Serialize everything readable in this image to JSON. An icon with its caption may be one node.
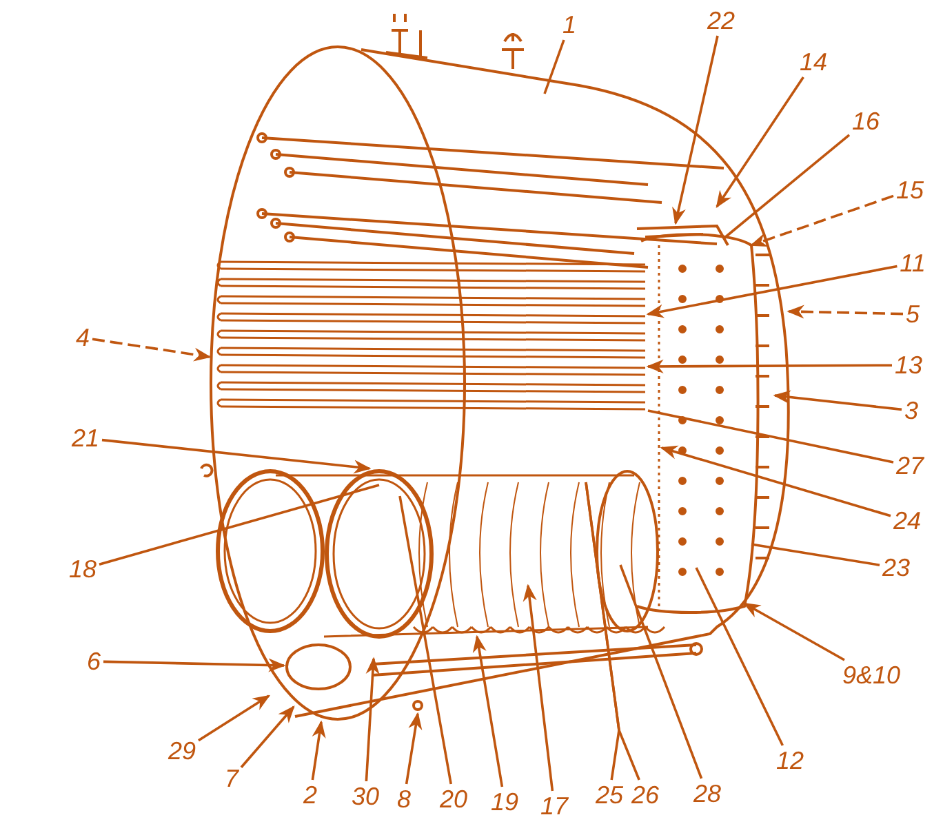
{
  "diagram": {
    "nodes": [
      {
        "text": [
          "1"
        ]
      },
      {
        "text": [
          "22"
        ]
      },
      {
        "text": [
          "14"
        ]
      },
      {
        "text": [
          "16"
        ]
      },
      {
        "text": [
          "15"
        ]
      },
      {
        "text": [
          "11"
        ]
      },
      {
        "text": [
          "5"
        ]
      },
      {
        "text": [
          "13"
        ]
      },
      {
        "text": [
          "3"
        ]
      },
      {
        "text": [
          "27"
        ]
      },
      {
        "text": [
          "24"
        ]
      },
      {
        "text": [
          "23"
        ]
      },
      {
        "text": [
          "9&10"
        ]
      },
      {
        "text": [
          "12"
        ]
      },
      {
        "text": [
          "28"
        ]
      },
      {
        "text": [
          "25"
        ]
      },
      {
        "text": [
          "26"
        ]
      },
      {
        "text": [
          "17"
        ]
      },
      {
        "text": [
          "19"
        ]
      },
      {
        "text": [
          "20"
        ]
      },
      {
        "text": [
          "8"
        ]
      },
      {
        "text": [
          "30"
        ]
      },
      {
        "text": [
          "2"
        ]
      },
      {
        "text": [
          "7"
        ]
      },
      {
        "text": [
          "29"
        ]
      },
      {
        "text": [
          "6"
        ]
      },
      {
        "text": [
          "18"
        ]
      },
      {
        "text": [
          "21"
        ]
      },
      {
        "text": [
          "4"
        ]
      }
    ],
    "edges": [
      {
        "from": 0,
        "to": null,
        "arrow": "none"
      },
      {
        "from": 1,
        "to": null,
        "arrow": "to"
      },
      {
        "from": 2,
        "to": null,
        "arrow": "to"
      },
      {
        "from": 3,
        "to": null,
        "arrow": "none"
      },
      {
        "from": 4,
        "to": null,
        "arrow": "to",
        "style": "dashed"
      },
      {
        "from": 5,
        "to": null,
        "arrow": "to"
      },
      {
        "from": 6,
        "to": null,
        "arrow": "to",
        "style": "dashed"
      },
      {
        "from": 7,
        "to": null,
        "arrow": "to"
      },
      {
        "from": 8,
        "to": null,
        "arrow": "to"
      },
      {
        "from": 9,
        "to": null,
        "arrow": "none"
      },
      {
        "from": 10,
        "to": null,
        "arrow": "to"
      },
      {
        "from": 11,
        "to": null,
        "arrow": "none"
      },
      {
        "from": 12,
        "to": null,
        "arrow": "to"
      },
      {
        "from": 13,
        "to": null,
        "arrow": "none"
      },
      {
        "from": 14,
        "to": null,
        "arrow": "none"
      },
      {
        "from": 15,
        "to": null,
        "arrow": "none"
      },
      {
        "from": 16,
        "to": null,
        "arrow": "none"
      },
      {
        "from": 17,
        "to": null,
        "arrow": "to"
      },
      {
        "from": 18,
        "to": null,
        "arrow": "to"
      },
      {
        "from": 19,
        "to": null,
        "arrow": "none"
      },
      {
        "from": 20,
        "to": null,
        "arrow": "to"
      },
      {
        "from": 21,
        "to": null,
        "arrow": "to"
      },
      {
        "from": 22,
        "to": null,
        "arrow": "to"
      },
      {
        "from": 23,
        "to": null,
        "arrow": "to"
      },
      {
        "from": 24,
        "to": null,
        "arrow": "to"
      },
      {
        "from": 25,
        "to": null,
        "arrow": "to"
      },
      {
        "from": 26,
        "to": null,
        "arrow": "none"
      },
      {
        "from": 27,
        "to": null,
        "arrow": "to"
      },
      {
        "from": 28,
        "to": null,
        "arrow": "to",
        "style": "dashed"
      }
    ]
  }
}
